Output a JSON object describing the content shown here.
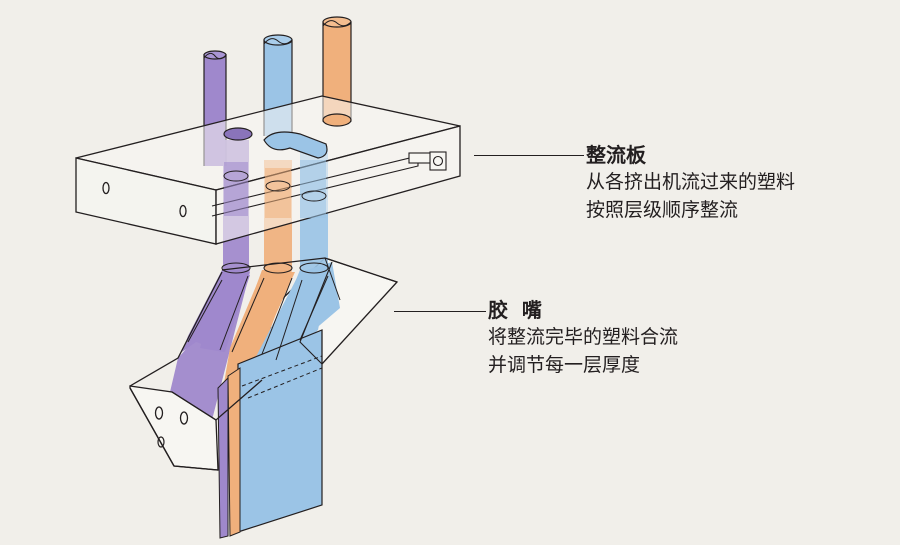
{
  "labels": {
    "plate": {
      "title": "整流板",
      "desc1": "从各挤出机流过来的塑料",
      "desc2": "按照层级顺序整流"
    },
    "die": {
      "title": "胶  嘴",
      "desc1": "将整流完毕的塑料合流",
      "desc2": "并调节每一层厚度"
    }
  },
  "colors": {
    "background": "#f1efea",
    "purple": "#9f88cc",
    "blue": "#9bc4e6",
    "orange": "#f0b07c",
    "outline": "#231f20"
  }
}
